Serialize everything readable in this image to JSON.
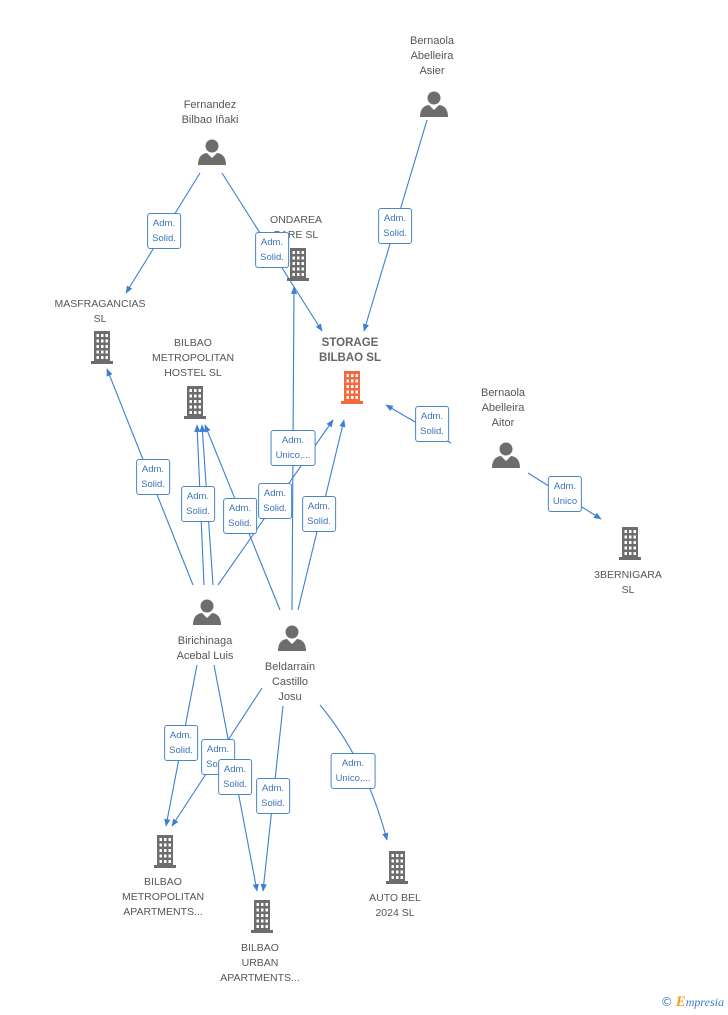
{
  "colors": {
    "edge": "#3d7fd4",
    "icon": "#6d6d6d",
    "highlight": "#f26a3d"
  },
  "nodes": [
    {
      "id": "bernaola_asier",
      "type": "person",
      "lines": [
        "Bernaola",
        "Abelleira",
        "Asier"
      ]
    },
    {
      "id": "fernandez",
      "type": "person",
      "lines": [
        "Fernandez",
        "Bilbao Iñaki"
      ]
    },
    {
      "id": "ondarea",
      "type": "company",
      "lines": [
        "ONDAREA",
        "BARE SL"
      ]
    },
    {
      "id": "masfragancias",
      "type": "company",
      "lines": [
        "MASFRAGANCIAS",
        "SL"
      ]
    },
    {
      "id": "storage",
      "type": "company",
      "main": true,
      "lines": [
        "STORAGE",
        "BILBAO SL"
      ]
    },
    {
      "id": "bilbao_hostel",
      "type": "company",
      "lines": [
        "BILBAO",
        "METROPOLITAN",
        "HOSTEL SL"
      ]
    },
    {
      "id": "bernaola_aitor",
      "type": "person",
      "lines": [
        "Bernaola",
        "Abelleira",
        "Aitor"
      ]
    },
    {
      "id": "3bernigara",
      "type": "company",
      "lines": [
        "3BERNIGARA",
        "SL"
      ]
    },
    {
      "id": "birichinaga",
      "type": "person",
      "lines": [
        "Birichinaga",
        "Acebal Luis"
      ]
    },
    {
      "id": "beldarrain",
      "type": "person",
      "lines": [
        "Beldarrain",
        "Castillo",
        "Josu"
      ]
    },
    {
      "id": "bilbao_apartments",
      "type": "company",
      "lines": [
        "BILBAO",
        "METROPOLITAN",
        "APARTMENTS..."
      ]
    },
    {
      "id": "bilbao_urban",
      "type": "company",
      "lines": [
        "BILBAO",
        "URBAN",
        "APARTMENTS..."
      ]
    },
    {
      "id": "auto_bel",
      "type": "company",
      "lines": [
        "AUTO BEL",
        "2024 SL"
      ]
    }
  ],
  "edges": [
    {
      "label": [
        "Adm.",
        "Solid."
      ]
    },
    {
      "label": [
        "Adm.",
        "Solid."
      ]
    },
    {
      "label": [
        "Adm.",
        "Solid."
      ]
    },
    {
      "label": [
        "Adm.",
        "Solid."
      ]
    },
    {
      "label": [
        "Adm.",
        "Unico"
      ]
    },
    {
      "label": [
        "Adm.",
        "Solid."
      ]
    },
    {
      "label": [
        "Adm.",
        "Solid."
      ]
    },
    {
      "label": [
        "Adm.",
        "Solid."
      ]
    },
    {
      "label": [
        "Adm.",
        "Unico,..."
      ]
    },
    {
      "label": [
        "Adm.",
        "Solid."
      ]
    },
    {
      "label": [
        "Adm.",
        "Solid."
      ]
    },
    {
      "label": [
        "Adm.",
        "Solid."
      ]
    },
    {
      "label": [
        "Adm.",
        "Solid."
      ]
    },
    {
      "label": [
        "Adm.",
        "Solid."
      ]
    },
    {
      "label": [
        "Adm.",
        "Solid."
      ]
    },
    {
      "label": [
        "Adm.",
        "Unico,..."
      ]
    }
  ],
  "brand": {
    "copyright": "©",
    "name": "mpresia",
    "initial": "E"
  }
}
